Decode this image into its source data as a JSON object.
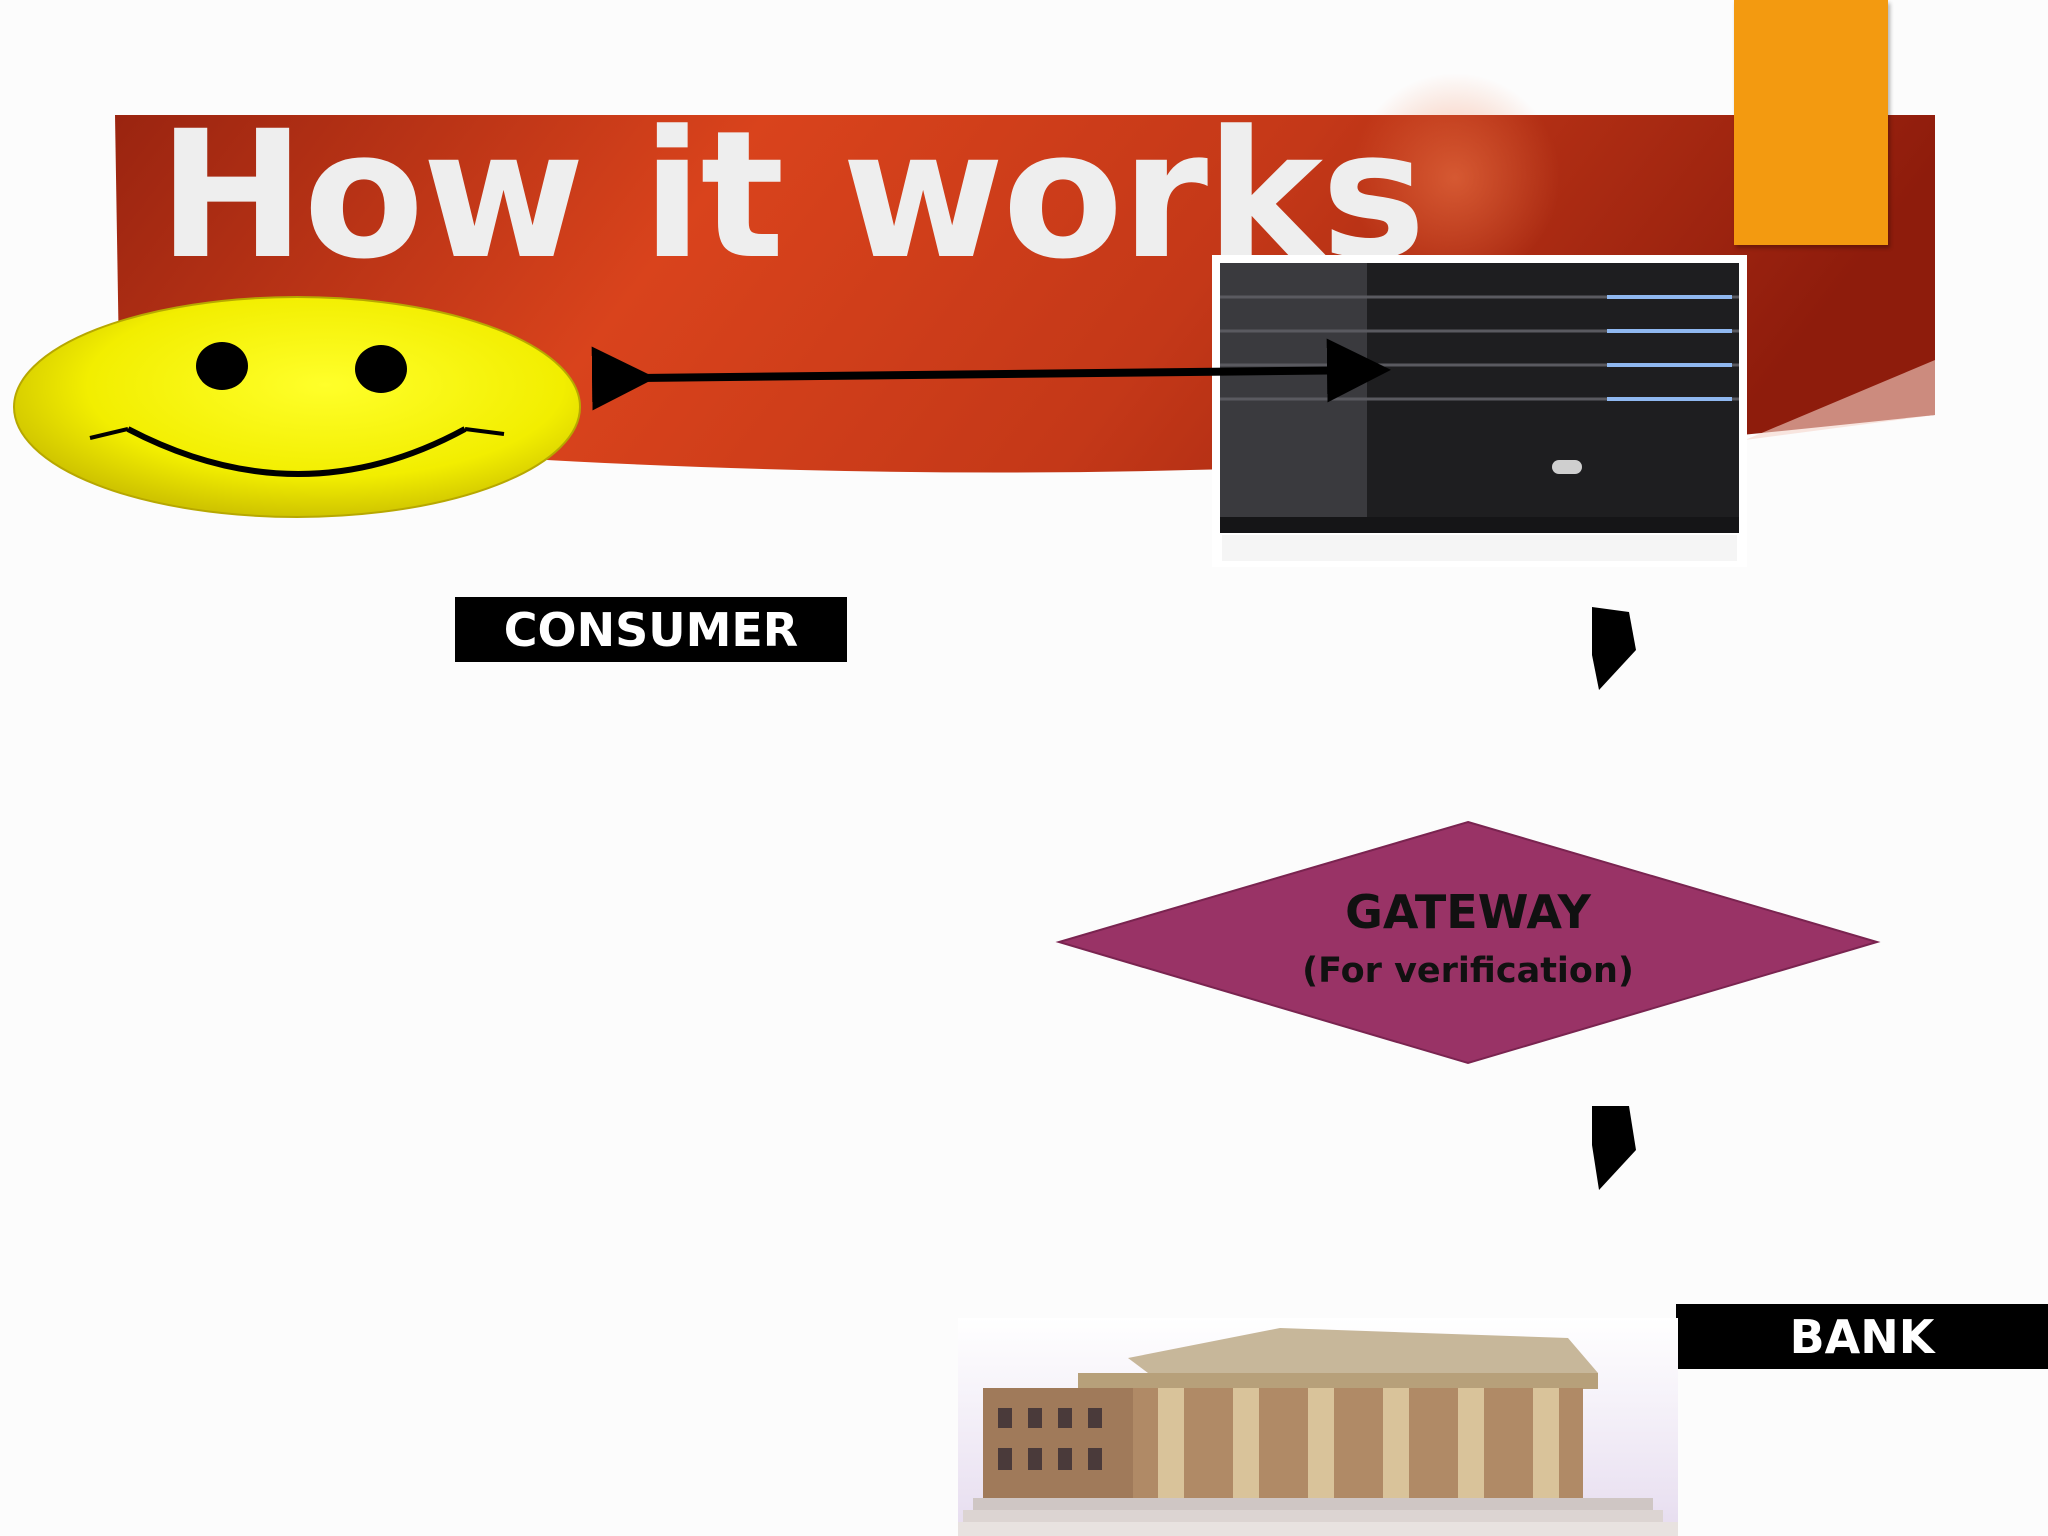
{
  "slide": {
    "title": "How it works",
    "colors": {
      "banner_dark": "#9a2410",
      "banner_light": "#d9431c",
      "accent": "#f39a10",
      "gateway_fill": "#993366",
      "label_bg": "#000000"
    }
  },
  "nodes": {
    "consumer": {
      "label": "CONSUMER",
      "icon": "smiley-face-icon"
    },
    "server": {
      "icon": "server-tower-icon"
    },
    "gateway": {
      "title": "GATEWAY",
      "subtitle": "(For verification)"
    },
    "bank": {
      "label": "BANK",
      "icon": "bank-building-icon"
    }
  },
  "links": [
    {
      "from": "consumer",
      "to": "server",
      "type": "double-arrow"
    },
    {
      "from": "server",
      "to": "gateway",
      "type": "arrow"
    },
    {
      "from": "gateway",
      "to": "bank",
      "type": "arrow"
    }
  ]
}
